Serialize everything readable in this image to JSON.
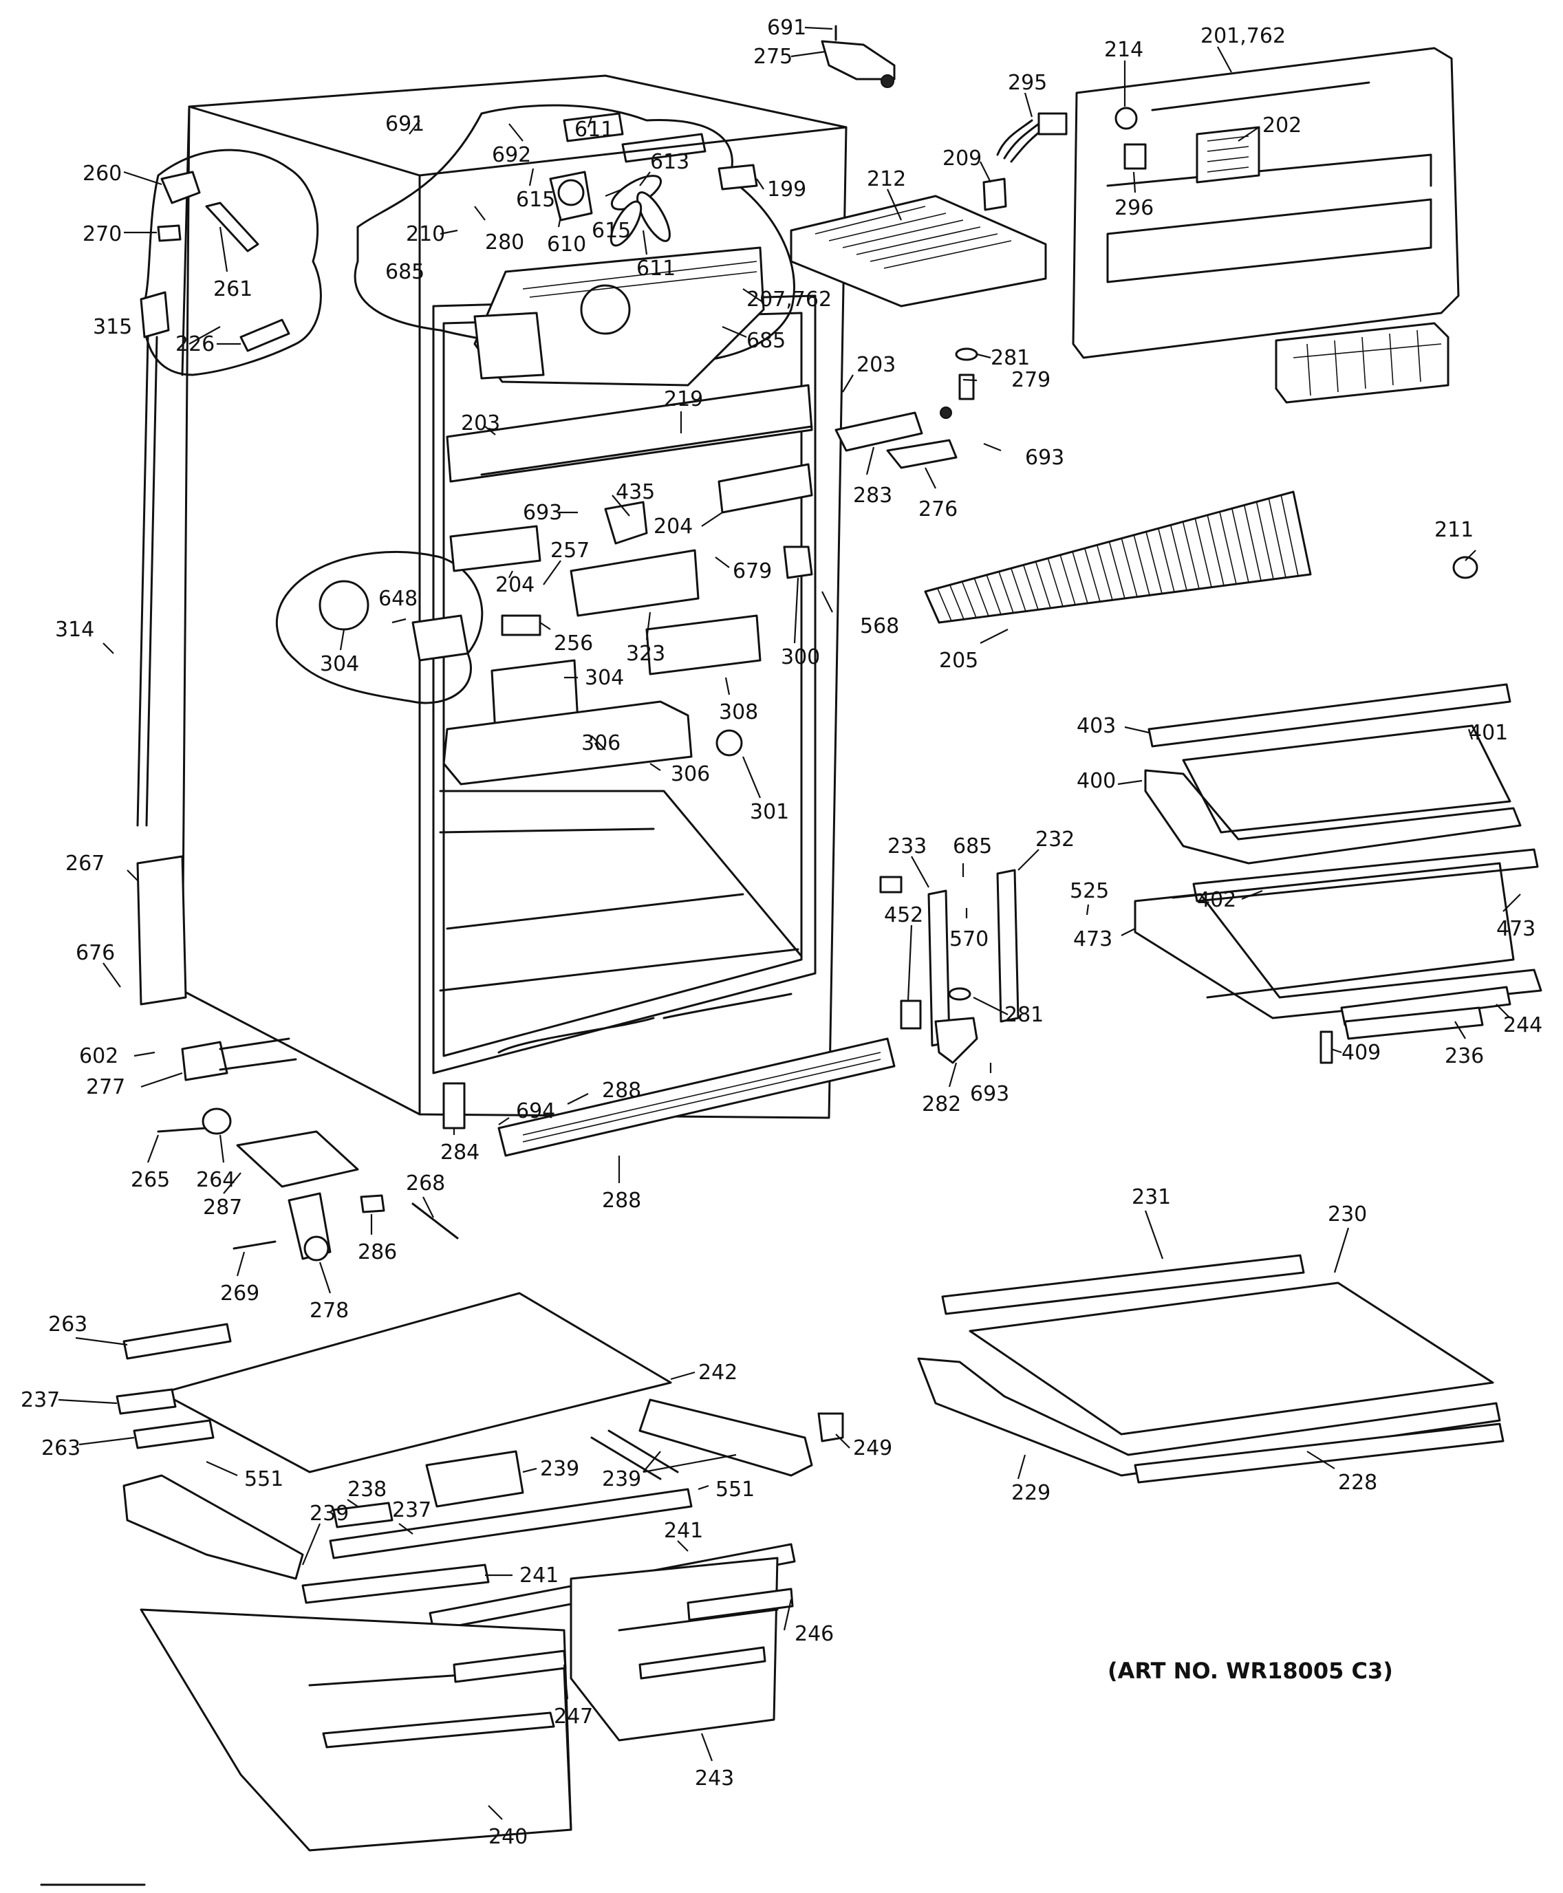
{
  "caption": "(ART NO. WR18005 C3)",
  "callouts": [
    "691",
    "275",
    "201,762",
    "214",
    "295",
    "202",
    "209",
    "296",
    "212",
    "199",
    "611",
    "692",
    "691",
    "260",
    "270",
    "261",
    "615",
    "610",
    "615",
    "613",
    "611",
    "210",
    "280",
    "685",
    "207,762",
    "685",
    "315",
    "226",
    "281",
    "279",
    "203",
    "693",
    "219",
    "203",
    "283",
    "276",
    "435",
    "693",
    "204",
    "211",
    "257",
    "679",
    "204",
    "648",
    "568",
    "256",
    "323",
    "300",
    "205",
    "304",
    "314",
    "304",
    "308",
    "403",
    "401",
    "306",
    "400",
    "306",
    "301",
    "232",
    "233",
    "685",
    "267",
    "525",
    "402",
    "473",
    "473",
    "570",
    "452",
    "676",
    "281",
    "244",
    "236",
    "409",
    "602",
    "693",
    "277",
    "288",
    "282",
    "694",
    "284",
    "265",
    "264",
    "287",
    "288",
    "268",
    "286",
    "231",
    "230",
    "269",
    "278",
    "263",
    "242",
    "237",
    "249",
    "263",
    "239",
    "239",
    "551",
    "238",
    "237",
    "229",
    "228",
    "239",
    "551",
    "241",
    "241",
    "246",
    "247",
    "243",
    "240"
  ]
}
